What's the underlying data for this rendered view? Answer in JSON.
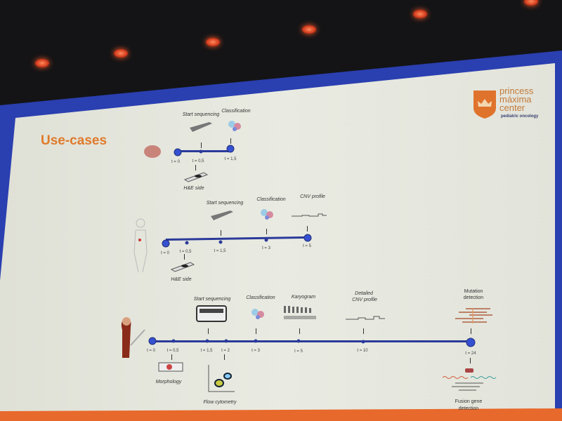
{
  "slide": {
    "title": "Use-cases"
  },
  "logo": {
    "line1": "princess",
    "line2": "máxima",
    "line3": "center",
    "tagline": "pediatric oncology"
  },
  "colors": {
    "accent": "#e07a2a",
    "timeline": "#2b3a9a"
  },
  "timeline1": {
    "times": [
      "t = 0",
      "t = 0,5",
      "t = 1,5"
    ],
    "above": [
      "Start sequencing",
      "Classification"
    ],
    "below": [
      "H&E side"
    ]
  },
  "timeline2": {
    "times": [
      "t = 0",
      "t = 0,5",
      "t = 1,5",
      "t = 3",
      "t = 5"
    ],
    "above": [
      "Start sequencing",
      "Classification",
      "CNV profile"
    ],
    "below": [
      "H&E side"
    ]
  },
  "timeline3": {
    "times": [
      "t = 0",
      "t = 0,5",
      "t = 1,5",
      "t = 2",
      "t = 3",
      "t = 5",
      "t = 10",
      "t = 24"
    ],
    "above": [
      "Start sequencing",
      "Classification",
      "Karyogram",
      "Detailed",
      "CNV profile",
      "Mutation",
      "detection"
    ],
    "below": [
      "Morphology",
      "Flow cytometry",
      "Fusion gene",
      "detection"
    ]
  }
}
